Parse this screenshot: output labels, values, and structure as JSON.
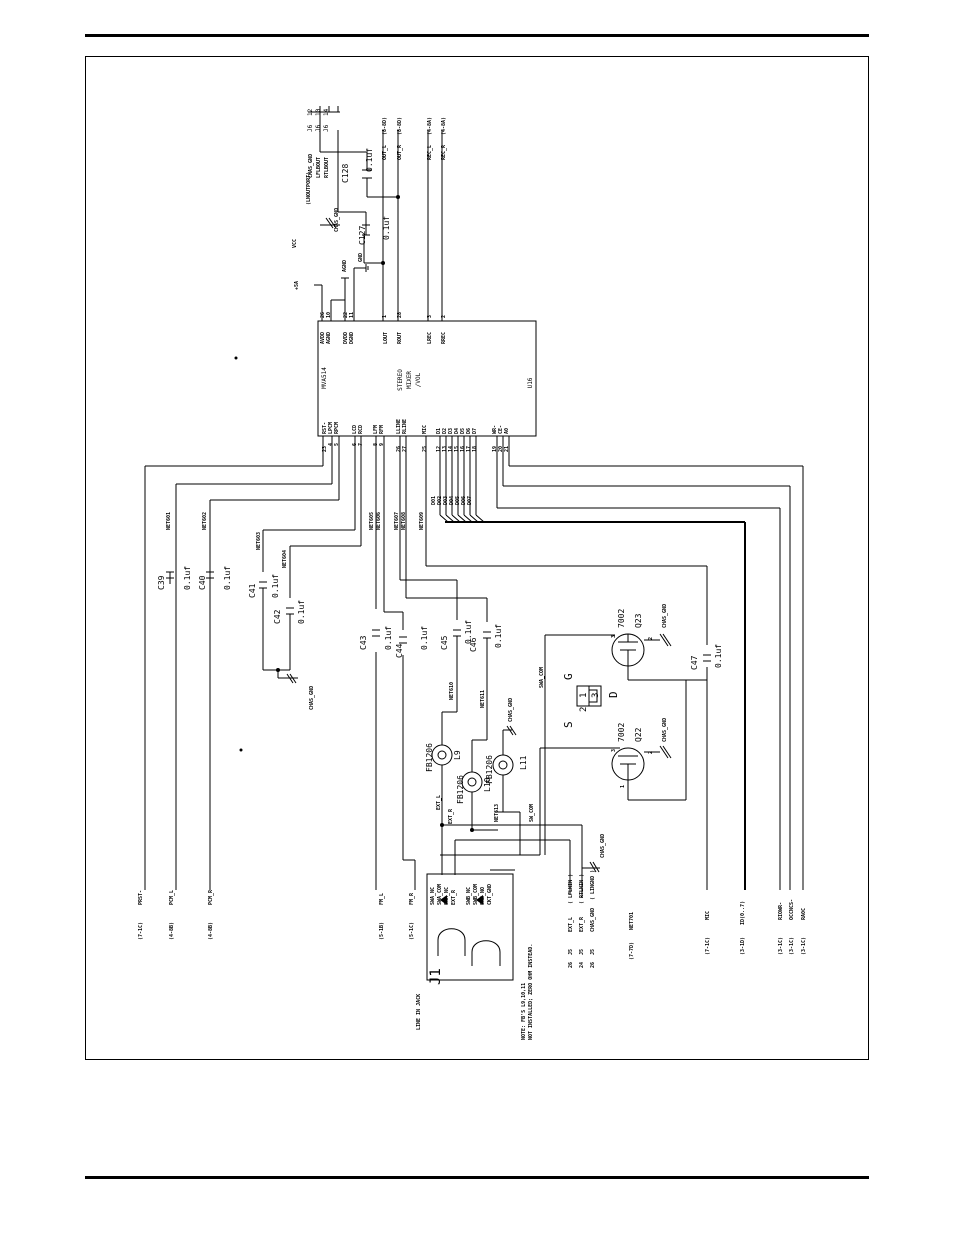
{
  "schematic": {
    "ic": {
      "ref": "U16",
      "part": "MVA514",
      "function_lines": [
        "STEREO",
        "MIXER",
        "/VOL"
      ],
      "right_pins": [
        {
          "name": "AVDD",
          "num": "26"
        },
        {
          "name": "AGND",
          "num": "10"
        },
        {
          "name": "DVDD",
          "num": "22"
        },
        {
          "name": "DGND",
          "num": "11"
        },
        {
          "name": "LOUT",
          "num": "1"
        },
        {
          "name": "ROUT",
          "num": "28"
        },
        {
          "name": "LREC",
          "num": "3"
        },
        {
          "name": "RREC",
          "num": "2"
        }
      ],
      "left_pins": [
        {
          "name": "RST-",
          "num": "23"
        },
        {
          "name": "LPCM",
          "num": "4"
        },
        {
          "name": "RPCM",
          "num": "5"
        },
        {
          "name": "LCD",
          "num": "6"
        },
        {
          "name": "RCD",
          "num": "7"
        },
        {
          "name": "LFM",
          "num": "8"
        },
        {
          "name": "RFM",
          "num": "9"
        },
        {
          "name": "LLINE",
          "num": "26"
        },
        {
          "name": "RLINE",
          "num": "27"
        },
        {
          "name": "MIC",
          "num": "25"
        },
        {
          "name": "D1",
          "num": "12"
        },
        {
          "name": "D2",
          "num": "13"
        },
        {
          "name": "D3",
          "num": "14"
        },
        {
          "name": "D4",
          "num": "15"
        },
        {
          "name": "D5",
          "num": "16"
        },
        {
          "name": "D6",
          "num": "17"
        },
        {
          "name": "D7",
          "num": "18"
        },
        {
          "name": "WR-",
          "num": "19"
        },
        {
          "name": "CE-",
          "num": "20"
        },
        {
          "name": "A0",
          "num": "21"
        }
      ]
    },
    "supply": {
      "plus5": "+5A",
      "vcc": "VCC",
      "agnd": "AGND",
      "gnd": "GND"
    },
    "out_labels": [
      {
        "net": "CHAS_GND",
        "ref": "J6",
        "pin": "12"
      },
      {
        "net": "LFLBOUT",
        "ref": "J6",
        "pin": "10"
      },
      {
        "net": "RTLBOUT",
        "ref": "J6",
        "pin": "14"
      },
      {
        "net": "OUT_L",
        "ref": "(8-8D)"
      },
      {
        "net": "OUT_R",
        "ref": "(8-8D)"
      },
      {
        "net": "REC_L",
        "ref": "(4-8A)"
      },
      {
        "net": "REC_R",
        "ref": "(4-8A)"
      }
    ],
    "net_chas_ref": "(LNOUTPORT)",
    "caps": [
      {
        "ref": "C128",
        "val": "0.1uf"
      },
      {
        "ref": "C127",
        "val": "0.1uf"
      },
      {
        "ref": "C39",
        "val": "0.1uf"
      },
      {
        "ref": "C40",
        "val": "0.1uf"
      },
      {
        "ref": "C41",
        "val": "0.1uf"
      },
      {
        "ref": "C42",
        "val": "0.1uf"
      },
      {
        "ref": "C43",
        "val": "0.1uf"
      },
      {
        "ref": "C44",
        "val": "0.1uf"
      },
      {
        "ref": "C45",
        "val": "0.1uf"
      },
      {
        "ref": "C46",
        "val": "0.1uf"
      },
      {
        "ref": "C47",
        "val": "0.1uf"
      }
    ],
    "nets": [
      "NET601",
      "NET602",
      "NET603",
      "NET604",
      "NET605",
      "NET606",
      "NET607",
      "NET608",
      "NET609",
      "NET610",
      "NET611",
      "NET613"
    ],
    "chas_gnd": "CHAS_GND",
    "dbus": [
      "D01",
      "D02",
      "D03",
      "D04",
      "D05",
      "D06",
      "D07"
    ],
    "ferrites": [
      {
        "ref": "L9",
        "val": "FB1206"
      },
      {
        "ref": "L10",
        "val": "FB1206"
      },
      {
        "ref": "L11",
        "val": "FB1206"
      }
    ],
    "transistors": [
      {
        "ref": "Q23",
        "part": "7002"
      },
      {
        "ref": "Q22",
        "part": "7002"
      }
    ],
    "pinout": {
      "g": "G",
      "s": "S",
      "d": "D",
      "p1": "1",
      "p2": "2",
      "p3": "3"
    },
    "sw": {
      "com": "SWA_COM",
      "swc": "SW_COM",
      "ext_l": "EXT_L",
      "ext_r": "EXT_R"
    },
    "left_signals": [
      {
        "net": "PRST-",
        "ref": "(7-1C)"
      },
      {
        "net": "PCM_L",
        "ref": "(4-8B)"
      },
      {
        "net": "PCM_R",
        "ref": "(4-8B)"
      },
      {
        "net": "FM_L",
        "ref": "(5-1B)"
      },
      {
        "net": "FM_R",
        "ref": "(5-1C)"
      },
      {
        "net": "NET701",
        "ref": "(7-7D)"
      },
      {
        "net": "MIC",
        "ref": "(7-1C)"
      },
      {
        "net": "ID(0..7)",
        "ref": "(3-1D)"
      },
      {
        "net": "RIOWR-",
        "ref": "(3-1C)"
      },
      {
        "net": "OCCNCS-",
        "ref": "(3-1C)"
      },
      {
        "net": "RA0C",
        "ref": "(3-1C)"
      }
    ],
    "jack": {
      "ref": "J1",
      "title": "LINE IN JACK",
      "pins": [
        "SWA_NC",
        "SWA_COM",
        "SWA_NC",
        "EXT_R",
        "SWB_NC",
        "SWB_COM",
        "SWB_NO",
        "CKT_GND"
      ],
      "conn": [
        {
          "pin": "26",
          "ref": "J5",
          "net": "EXT_L",
          "note": "( LFLNIN )"
        },
        {
          "pin": "24",
          "ref": "J5",
          "net": "EXT_R",
          "note": "( RTLNIN )"
        },
        {
          "pin": "26",
          "ref": "J5",
          "net": "CHAS_GND",
          "note": "( LINGND )"
        }
      ]
    },
    "note": [
      "NOTE: FB'S L9,10,11",
      "NOT INSTALLED; ZERO OHM INSTEAD."
    ]
  }
}
